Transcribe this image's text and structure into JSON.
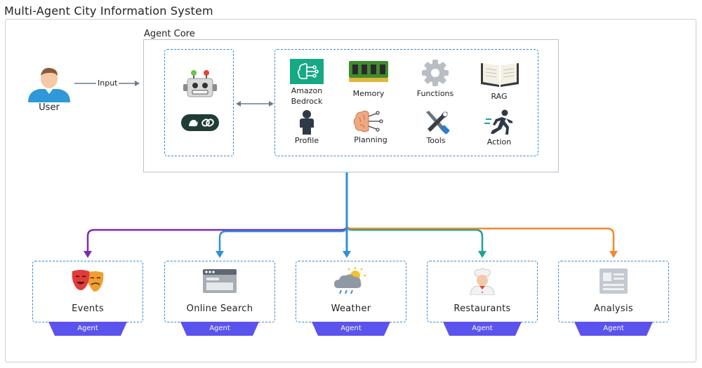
{
  "title": "Multi-Agent City Information System",
  "core": {
    "label": "Agent Core"
  },
  "user": {
    "label": "User",
    "input_label": "Input"
  },
  "tools": [
    {
      "label": "Amazon Bedrock",
      "icon": "bedrock-icon"
    },
    {
      "label": "Memory",
      "icon": "memory-chip-icon"
    },
    {
      "label": "Functions",
      "icon": "gear-icon"
    },
    {
      "label": "RAG",
      "icon": "book-icon"
    },
    {
      "label": "Profile",
      "icon": "person-icon"
    },
    {
      "label": "Planning",
      "icon": "brain-icon"
    },
    {
      "label": "Tools",
      "icon": "wrench-screwdriver-icon"
    },
    {
      "label": "Action",
      "icon": "runner-icon"
    }
  ],
  "agents": [
    {
      "name": "Events",
      "tag": "Agent",
      "icon": "theater-masks-icon",
      "line_color": "#7b2bb8"
    },
    {
      "name": "Online Search",
      "tag": "Agent",
      "icon": "browser-window-icon",
      "line_color": "#2f8fd8"
    },
    {
      "name": "Weather",
      "tag": "Agent",
      "icon": "weather-cloud-icon",
      "line_color": "#2f8fd8"
    },
    {
      "name": "Restaurants",
      "tag": "Agent",
      "icon": "chef-icon",
      "line_color": "#1aa39a"
    },
    {
      "name": "Analysis",
      "tag": "Agent",
      "icon": "document-icon",
      "line_color": "#f08a30"
    }
  ],
  "colors": {
    "dash_border": "#3b88c8",
    "agent_tab": "#5b53ee",
    "trunk": "#2f8fd8"
  }
}
